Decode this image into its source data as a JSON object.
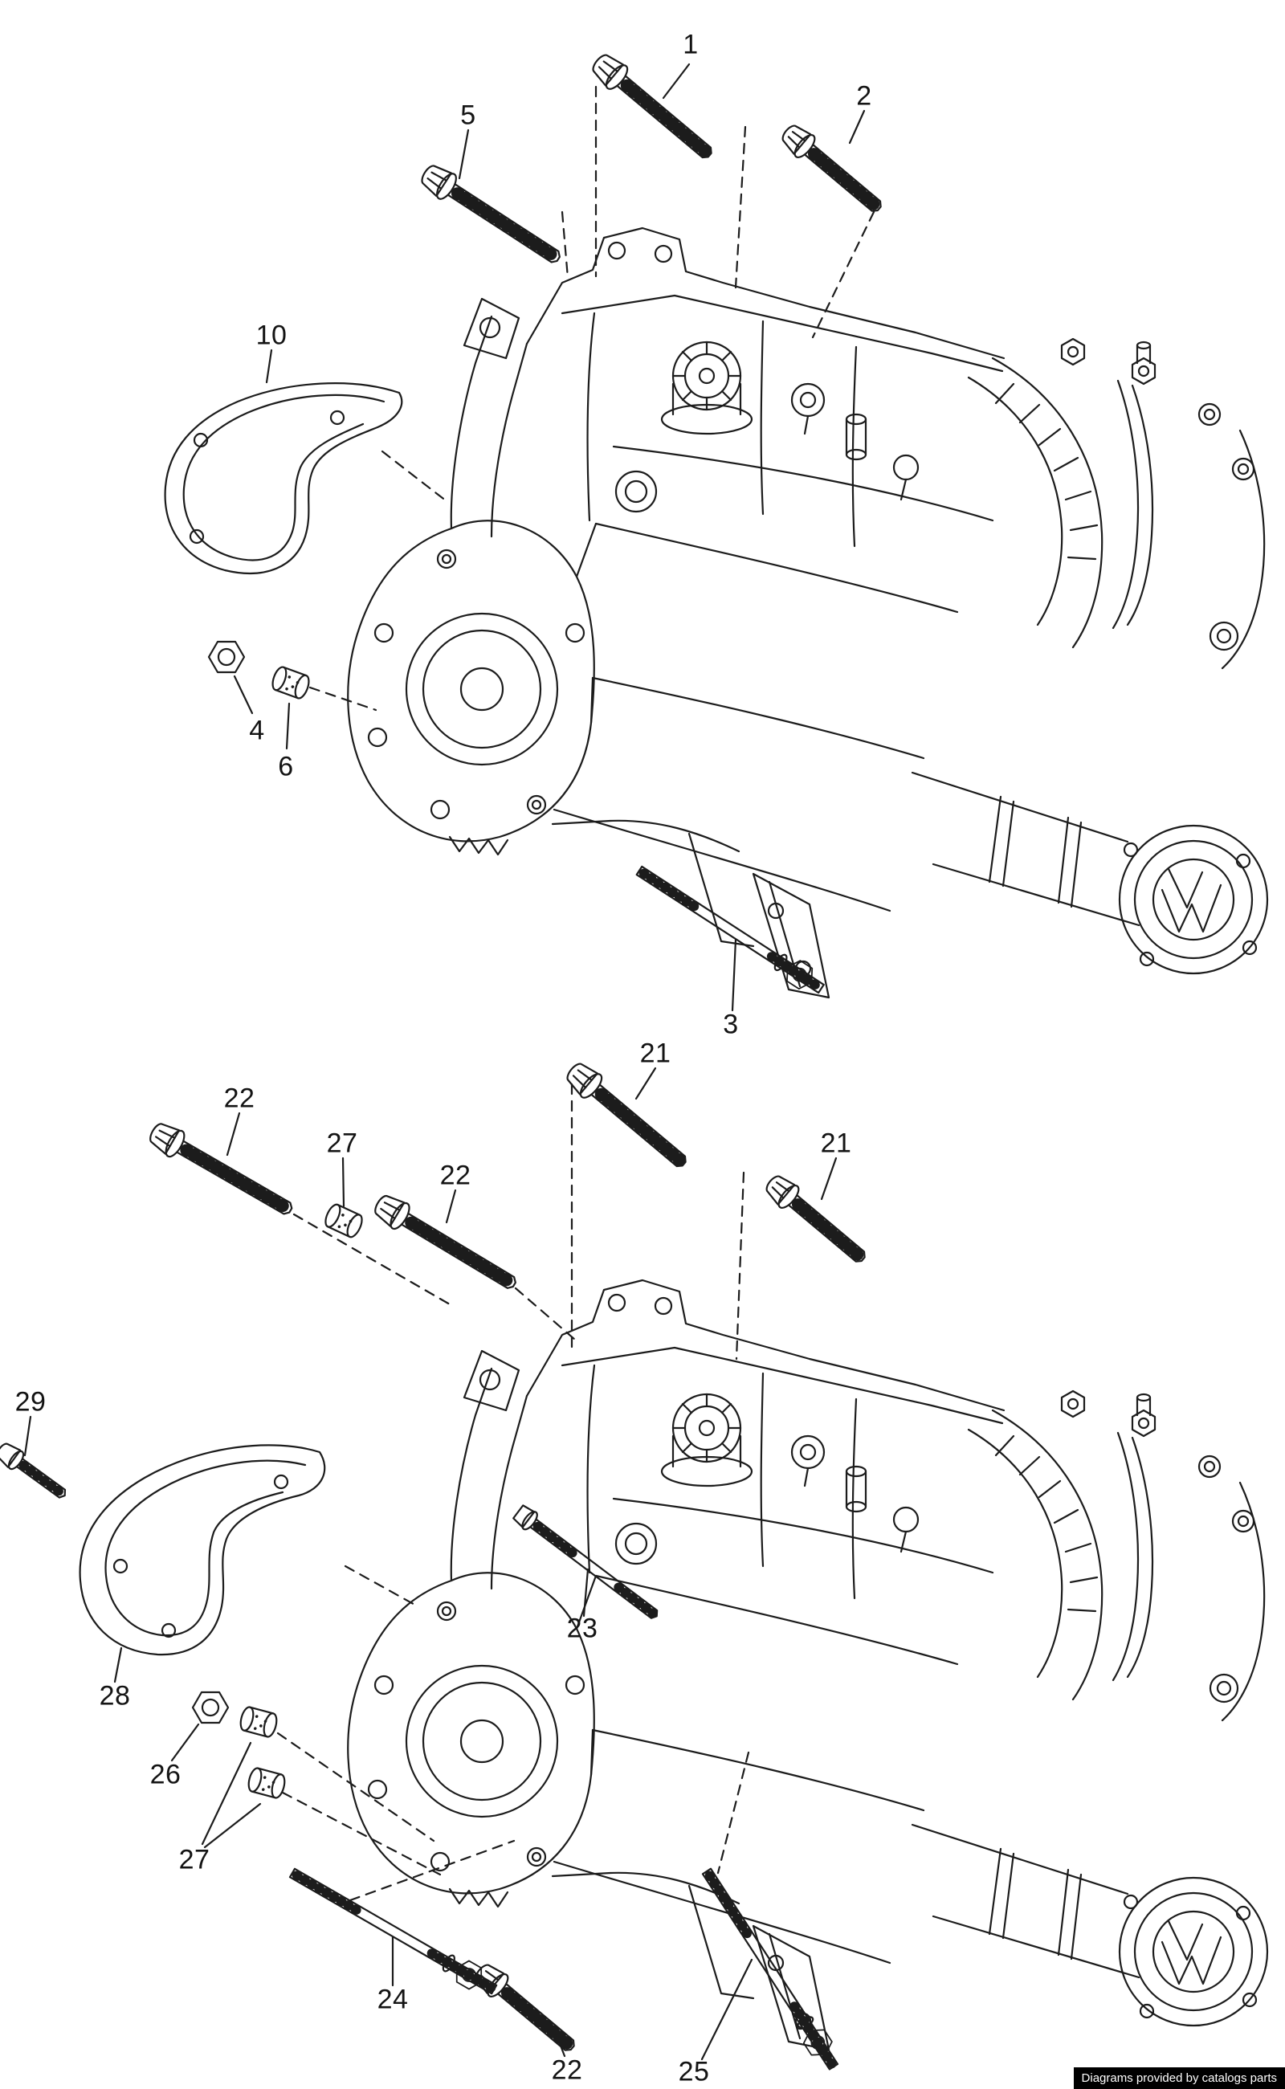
{
  "watermark": {
    "text": "Diagrams provided by catalogs parts"
  },
  "colors": {
    "line": "#1c1c1c",
    "background": "#ffffff",
    "watermark_bg": "#000000",
    "watermark_fg": "#ffffff"
  },
  "callouts": {
    "c1": {
      "label": "1"
    },
    "c2": {
      "label": "2"
    },
    "c5": {
      "label": "5"
    },
    "c10": {
      "label": "10"
    },
    "c4": {
      "label": "4"
    },
    "c6": {
      "label": "6"
    },
    "c3": {
      "label": "3"
    },
    "c21a": {
      "label": "21"
    },
    "c22a": {
      "label": "22"
    },
    "c27a": {
      "label": "27"
    },
    "c22b": {
      "label": "22"
    },
    "c21b": {
      "label": "21"
    },
    "c29": {
      "label": "29"
    },
    "c28": {
      "label": "28"
    },
    "c26": {
      "label": "26"
    },
    "c27b": {
      "label": "27"
    },
    "c23": {
      "label": "23"
    },
    "c24": {
      "label": "24"
    },
    "c22c": {
      "label": "22"
    },
    "c25": {
      "label": "25"
    }
  }
}
